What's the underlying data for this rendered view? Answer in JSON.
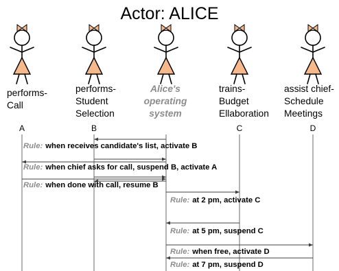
{
  "title": "Actor: ALICE",
  "actors": [
    {
      "lines": [
        "performs-",
        "Call"
      ],
      "letter": "A"
    },
    {
      "lines": [
        "performs-",
        "Student",
        "Selection"
      ],
      "letter": "B"
    },
    {
      "lines": [
        "Alice's",
        "operating",
        "system"
      ],
      "letter": ""
    },
    {
      "lines": [
        "trains-",
        "Budget",
        "Ellaboration"
      ],
      "letter": "C"
    },
    {
      "lines": [
        "assist chief-",
        "Schedule",
        "Meetings"
      ],
      "letter": "D"
    }
  ],
  "rule_keyword": "Rule:",
  "rules": [
    {
      "text": "when receives candidate's list, activate B"
    },
    {
      "text": "when chief asks for call, suspend B, activate A"
    },
    {
      "text": "when done with call, resume B"
    },
    {
      "text": "at 2 pm, activate C"
    },
    {
      "text": "at 5 pm, suspend C"
    },
    {
      "text": "when free, activate D"
    },
    {
      "text": "at 7 pm, suspend D"
    }
  ],
  "colors": {
    "actor_fill": "#f6b98c",
    "rule_keyword": "#8c8c8c",
    "os_label": "#8c8c8c"
  }
}
